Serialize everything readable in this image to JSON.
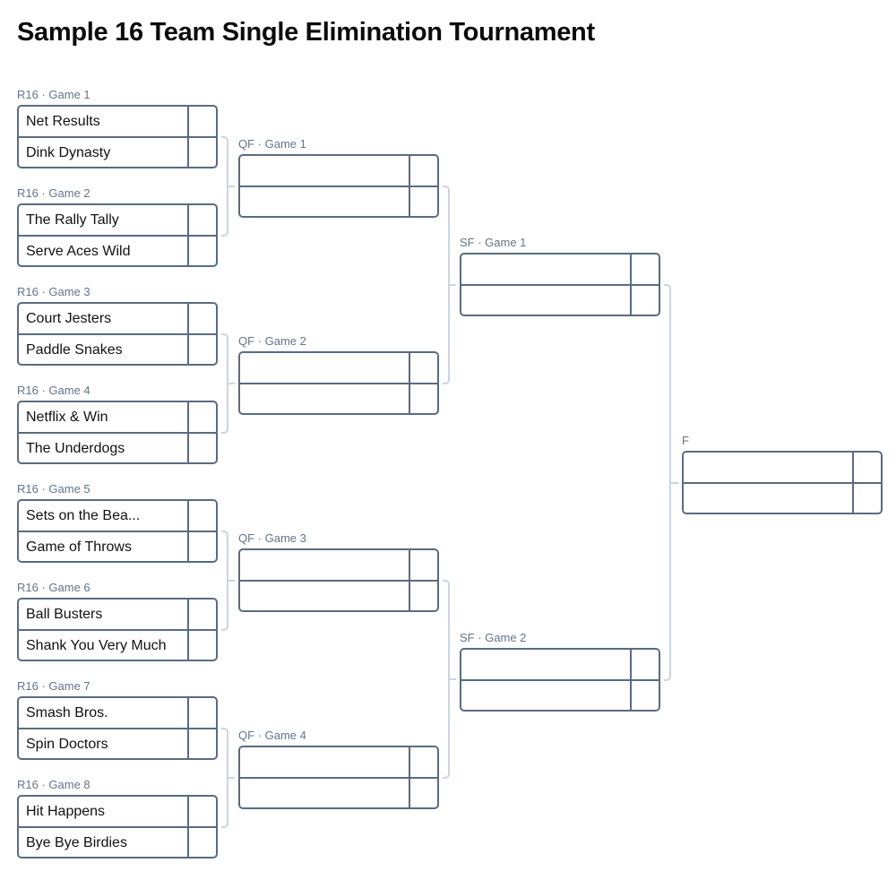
{
  "title": "Sample 16 Team Single Elimination Tournament",
  "colors": {
    "box_border": "#5b6b80",
    "connector": "#cbd5e1",
    "label": "#64748b"
  },
  "rounds": {
    "r16": [
      {
        "label": "R16 · Game 1",
        "team1": "Net Results",
        "team2": "Dink Dynasty",
        "score1": "",
        "score2": ""
      },
      {
        "label": "R16 · Game 2",
        "team1": "The Rally Tally",
        "team2": "Serve Aces Wild",
        "score1": "",
        "score2": ""
      },
      {
        "label": "R16 · Game 3",
        "team1": "Court Jesters",
        "team2": "Paddle Snakes",
        "score1": "",
        "score2": ""
      },
      {
        "label": "R16 · Game 4",
        "team1": "Netflix & Win",
        "team2": "The Underdogs",
        "score1": "",
        "score2": ""
      },
      {
        "label": "R16 · Game 5",
        "team1": "Sets on the Bea...",
        "team2": "Game of Throws",
        "score1": "",
        "score2": ""
      },
      {
        "label": "R16 · Game 6",
        "team1": "Ball Busters",
        "team2": "Shank You Very Much",
        "score1": "",
        "score2": ""
      },
      {
        "label": "R16 · Game 7",
        "team1": "Smash Bros.",
        "team2": "Spin Doctors",
        "score1": "",
        "score2": ""
      },
      {
        "label": "R16 · Game 8",
        "team1": "Hit Happens",
        "team2": "Bye Bye Birdies",
        "score1": "",
        "score2": ""
      }
    ],
    "qf": [
      {
        "label": "QF · Game 1",
        "team1": "",
        "team2": "",
        "score1": "",
        "score2": ""
      },
      {
        "label": "QF · Game 2",
        "team1": "",
        "team2": "",
        "score1": "",
        "score2": ""
      },
      {
        "label": "QF · Game 3",
        "team1": "",
        "team2": "",
        "score1": "",
        "score2": ""
      },
      {
        "label": "QF · Game 4",
        "team1": "",
        "team2": "",
        "score1": "",
        "score2": ""
      }
    ],
    "sf": [
      {
        "label": "SF · Game 1",
        "team1": "",
        "team2": "",
        "score1": "",
        "score2": ""
      },
      {
        "label": "SF · Game 2",
        "team1": "",
        "team2": "",
        "score1": "",
        "score2": ""
      }
    ],
    "f": [
      {
        "label": "F",
        "team1": "",
        "team2": "",
        "score1": "",
        "score2": ""
      }
    ]
  }
}
